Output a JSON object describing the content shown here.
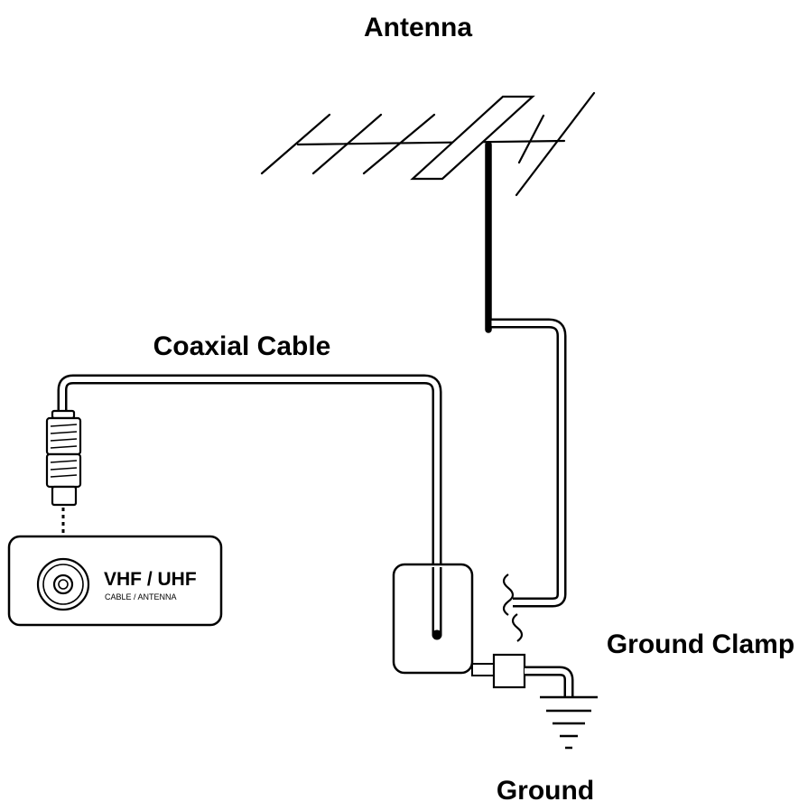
{
  "labels": {
    "antenna": "Antenna",
    "coaxial_cable": "Coaxial Cable",
    "ground_clamp": "Ground Clamp",
    "ground": "Ground"
  },
  "tv_panel": {
    "input_label": "VHF / UHF",
    "input_sublabel": "CABLE / ANTENNA"
  },
  "colors": {
    "line": "#000000",
    "background": "#ffffff"
  }
}
